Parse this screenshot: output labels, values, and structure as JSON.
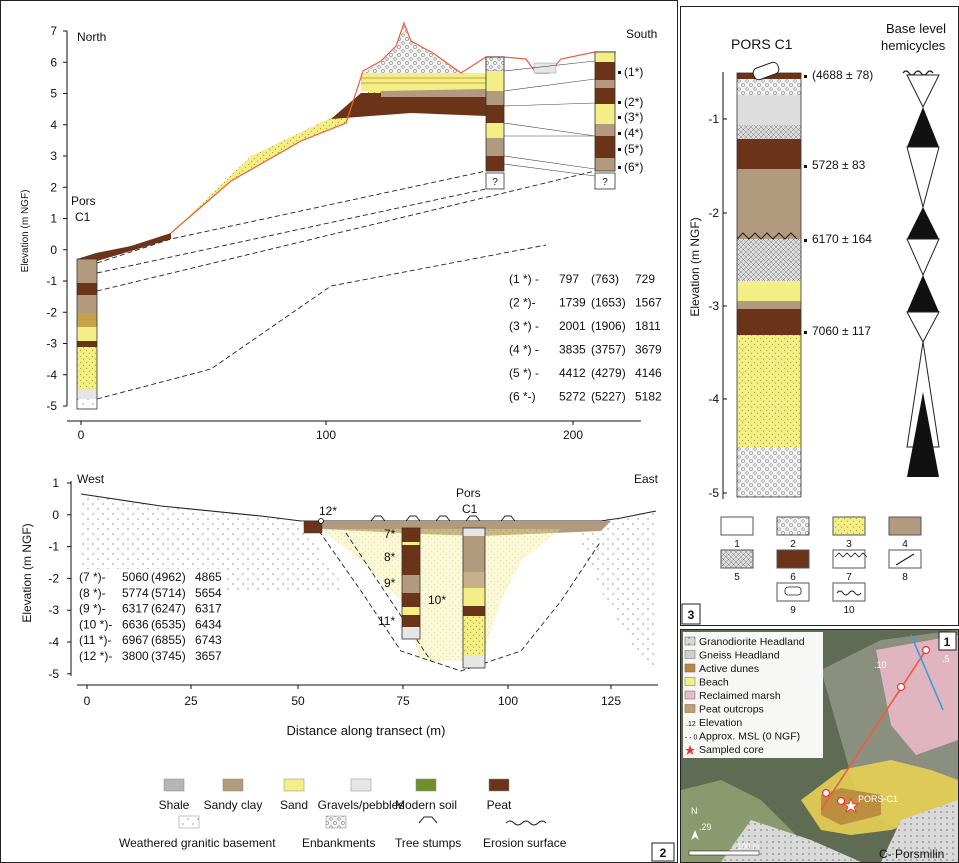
{
  "panel2": {
    "number": "2",
    "top": {
      "left_label": "North",
      "right_label": "South",
      "core_label_line1": "Pors",
      "core_label_line2": "C1",
      "ylabel": "Elevation (m NGF)",
      "yticks": [
        "7",
        "6",
        "5",
        "4",
        "3",
        "2",
        "1",
        "0",
        "-1",
        "-2",
        "-3",
        "-4",
        "-5"
      ],
      "xticks": [
        "0",
        "100",
        "200"
      ],
      "sample_markers": [
        "(1*)",
        "(2*)",
        "(3*)",
        "(4*)",
        "(5*)",
        "(6*)"
      ],
      "unknown_mark": "?",
      "ages": [
        {
          "id": "(1 *) -",
          "min": "797",
          "median": "(763)",
          "max": "729"
        },
        {
          "id": "(2 *)-",
          "min": "1739",
          "median": "(1653)",
          "max": "1567"
        },
        {
          "id": "(3 *) -",
          "min": "2001",
          "median": "(1906)",
          "max": "1811"
        },
        {
          "id": "(4 *) -",
          "min": "3835",
          "median": "(3757)",
          "max": "3679"
        },
        {
          "id": "(5 *) -",
          "min": "4412",
          "median": "(4279)",
          "max": "4146"
        },
        {
          "id": "(6 *-)",
          "min": "5272",
          "median": "(5227)",
          "max": "5182"
        }
      ]
    },
    "bottom": {
      "left_label": "West",
      "right_label": "East",
      "core_label_line1": "Pors",
      "core_label_line2": "C1",
      "ylabel": "Elevation (m NGF)",
      "yticks": [
        "1",
        "0",
        "-1",
        "-2",
        "-3",
        "-4",
        "-5"
      ],
      "xticks": [
        "0",
        "25",
        "50",
        "75",
        "100",
        "125"
      ],
      "xlabel": "Distance along transect (m)",
      "sample_markers": [
        "12*",
        "7*",
        "8*",
        "9*",
        "10*",
        "11*"
      ],
      "ages": [
        {
          "id": "(7 *)-",
          "min": "5060",
          "median": "(4962)",
          "max": "4865"
        },
        {
          "id": "(8 *)-",
          "min": "5774",
          "median": "(5714)",
          "max": "5654"
        },
        {
          "id": "(9 *)-",
          "min": "6317",
          "median": "(6247)",
          "max": "6317"
        },
        {
          "id": "(10 *)-",
          "min": "6636",
          "median": "(6535)",
          "max": "6434"
        },
        {
          "id": "(11 *)-",
          "min": "6967",
          "median": "(6855)",
          "max": "6743"
        },
        {
          "id": "(12 *)-",
          "min": "3800",
          "median": "(3745)",
          "max": "3657"
        }
      ]
    },
    "legend": [
      {
        "label": "Shale",
        "color": "#b5b5b5"
      },
      {
        "label": "Sandy clay",
        "color": "#b29a7e"
      },
      {
        "label": "Sand",
        "color": "#f3ef86"
      },
      {
        "label": "Gravels/pebbles",
        "color": "#e6e6e6"
      },
      {
        "label": "Modern soil",
        "color": "#6f8f2a"
      },
      {
        "label": "Peat",
        "color": "#6b3419"
      }
    ],
    "legend2": [
      {
        "label": "Weathered granitic basement"
      },
      {
        "label": "Enbankments"
      },
      {
        "label": "Tree stumps"
      },
      {
        "label": "Erosion surface"
      }
    ]
  },
  "panel3": {
    "number": "3",
    "title": "PORS C1",
    "right_title_line1": "Base level",
    "right_title_line2": "hemicycles",
    "ylabel": "Elevation (m NGF)",
    "yticks": [
      "-1",
      "-2",
      "-3",
      "-4",
      "-5"
    ],
    "ages": [
      "(4688 ± 78)",
      "5728 ± 83",
      "6170 ± 164",
      "7060 ± 117"
    ],
    "legend_numbers": [
      "1",
      "2",
      "3",
      "4",
      "5",
      "6",
      "7",
      "8",
      "9",
      "10"
    ]
  },
  "panel1": {
    "number": "1",
    "legend": [
      "Granodiorite Headland",
      "Gneiss Headland",
      "Active dunes",
      "Beach",
      "Reclaimed marsh",
      "Peat outcrops",
      "Elevation",
      "Approx. MSL (0 NGF)",
      "Sampled core"
    ],
    "elev_prefix": ".12",
    "msl_prefix": "- - 0",
    "core_label": "PORS-C1",
    "elev_labels": [
      ".10",
      ".5",
      ".29"
    ],
    "north_label": "N",
    "scale_label": "100 m",
    "place_label": "C- Porsmilin"
  },
  "colors": {
    "peat": "#6b3419",
    "sand": "#f3ef86",
    "sandy_clay": "#b29a7e",
    "gravel": "#e6e6e6",
    "shale": "#b5b5b5",
    "modern_soil": "#6f8f2a",
    "surface": "#e8603c"
  }
}
